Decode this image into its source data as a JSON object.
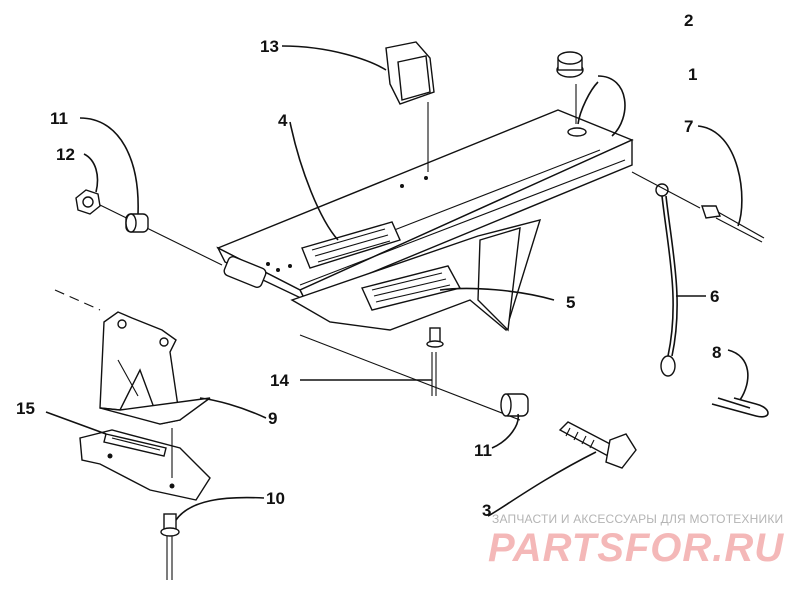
{
  "callouts": [
    "1",
    "2",
    "3",
    "4",
    "5",
    "6",
    "7",
    "8",
    "9",
    "10",
    "11",
    "11",
    "12",
    "13",
    "14",
    "15"
  ],
  "watermark": {
    "line1": "ЗАПЧАСТИ И АКСЕССУАРЫ ДЛЯ МОТОТЕХНИКИ",
    "line2": "PARTSFOR.RU"
  }
}
